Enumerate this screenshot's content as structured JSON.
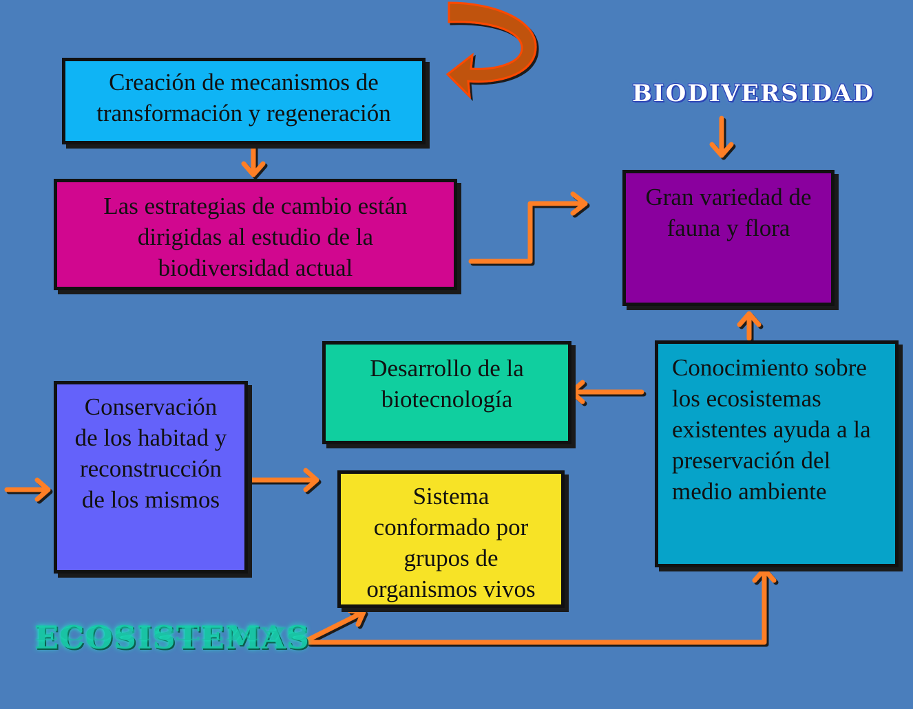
{
  "diagram": {
    "nodes": {
      "mecanismos": {
        "lines": [
          "Creación de mecanismos de",
          "transformación y regeneración"
        ],
        "color": "#0fb4f5"
      },
      "estrategias": {
        "lines": [
          "Las estrategias de  cambio están",
          "dirigidas al estudio de la",
          "biodiversidad actual"
        ],
        "color": "#d1078f"
      },
      "variedad": {
        "lines": [
          "Gran variedad de",
          "fauna y flora"
        ],
        "color": "#8a009e"
      },
      "biotecnologia": {
        "lines": [
          "Desarrollo de la",
          "biotecnología"
        ],
        "color": "#10cf9f"
      },
      "conocimiento": {
        "lines": [
          "Conocimiento sobre",
          "los ecosistemas",
          "existentes ayuda a la",
          "preservación del",
          "medio ambiente"
        ],
        "color": "#06a3c9"
      },
      "conservacion": {
        "lines": [
          "Conservación",
          "de los habitad y",
          "reconstrucción",
          "de los mismos"
        ],
        "color": "#6462fa"
      },
      "sistema": {
        "lines": [
          "Sistema",
          "conformado por",
          "grupos de",
          "organismos vivos"
        ],
        "color": "#f7e326"
      }
    },
    "titles": {
      "biodiversidad": "BIODIVERSIDAD",
      "ecosistemas": "ECOSISTEMAS"
    },
    "colors": {
      "background": "#4a7ebc",
      "arrow": "#ff7f27",
      "curved_arrow": "#c0530e"
    }
  }
}
